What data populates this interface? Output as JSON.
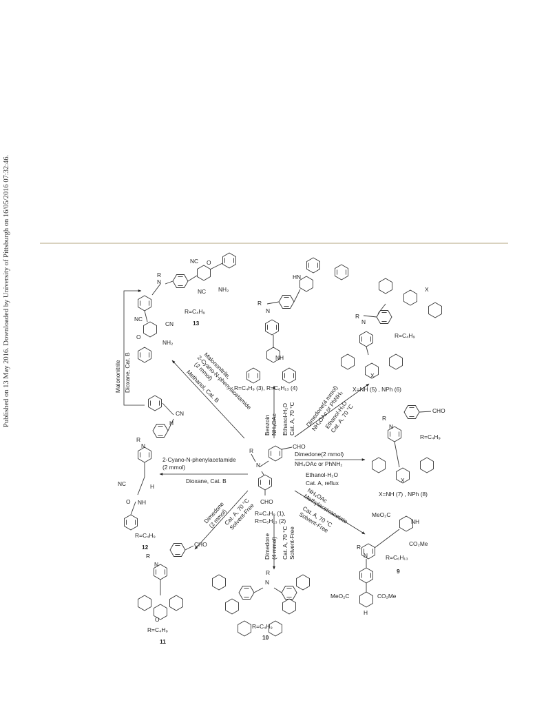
{
  "side_text": "Published on 13 May 2016. Downloaded by University of Pittsburgh on 16/05/2016 07:32:46.",
  "center": {
    "cho_top": "CHO",
    "cho_bottom": "CHO",
    "r": "R",
    "n": "N",
    "r_def1": "R=C₄H₉ (1),",
    "r_def2": "R=C₆H₁₃ (2)"
  },
  "arrows": {
    "to4_1": "Benzoin",
    "to4_2": "NH₄OAc",
    "to4_3": "Ethanol-H₂O",
    "to4_4": "Cat. A, 70 °C",
    "to56_1": "Dimedone(4 mmol)",
    "to56_2": "NH₄OAc or PhNH₂",
    "to56_3": "Ethanol-H₂O",
    "to56_4": "Cat. A, 70 °C",
    "to78_1": "Dimedone(2 mmol)",
    "to78_2": "NH₄OAc or PhNH₂",
    "to78_3": "Ethanol-H₂O",
    "to78_4": "Cat. A, reflux",
    "to9_1": "NH₄OAc",
    "to9_2": "Methylacetoacetate",
    "to9_3": "Cat. A, 70 °C",
    "to9_4": "Solvent-Free",
    "to10_1": "Dimedone",
    "to10_2": "(4 mmol)",
    "to10_3": "Cat. A, 70 °C",
    "to10_4": "Solvent-Free",
    "to11_1": "Dimedone",
    "to11_2": "(2 mmol)",
    "to11_3": "Cat. A, 70 °C",
    "to11_4": "Solvent-Free",
    "to12_1": "2-Cyano-N-phenylacetamide",
    "to12_2": "(2 mmol)",
    "to12_3": "Dioxane, Cat. B",
    "to13_1": "Malononitrile,",
    "to13_2": "2-Cyano-N-phenylacetamide",
    "to13_3": "(2 mmol)",
    "to13_4": "Methanol, Cat. B",
    "bracket_1": "Malononitrile",
    "bracket_2": "Dioxane, Cat. B"
  },
  "products": {
    "p13": {
      "r": "R=C₄H₉",
      "num": "13",
      "nc1": "NC",
      "nc2": "NC",
      "nc3": "NC",
      "cn": "CN",
      "nh2a": "NH₂",
      "nh2b": "NH₂",
      "o": "O"
    },
    "p34": {
      "r": "R=C₄H₉ (3), R=C₆H₁₃ (4)",
      "hn": "HN",
      "nh": "NH"
    },
    "p56": {
      "r": "R=C₄H₉",
      "x": "X=NH (5) , NPh (6)"
    },
    "p78": {
      "r": "R=C₄H₉",
      "x": "X=NH (7) , NPh (8)",
      "cho": "CHO"
    },
    "p9": {
      "r": "R=C₆H₁₃",
      "num": "9",
      "meo2c1": "MeO₂C",
      "meo2c2": "MeO₂C",
      "co2me1": "CO₂Me",
      "co2me2": "CO₂Me",
      "nh": "NH",
      "h": "H"
    },
    "p10": {
      "r": "R=C₄H₉",
      "num": "10"
    },
    "p11": {
      "r": "R=C₄H₉",
      "num": "11",
      "cho": "CHO"
    },
    "p12": {
      "r": "R=C₄H₉",
      "num": "12",
      "cn1": "CN",
      "nc": "NC",
      "nh1": "N",
      "nh2": "NH",
      "h": "H",
      "o": "O"
    }
  }
}
